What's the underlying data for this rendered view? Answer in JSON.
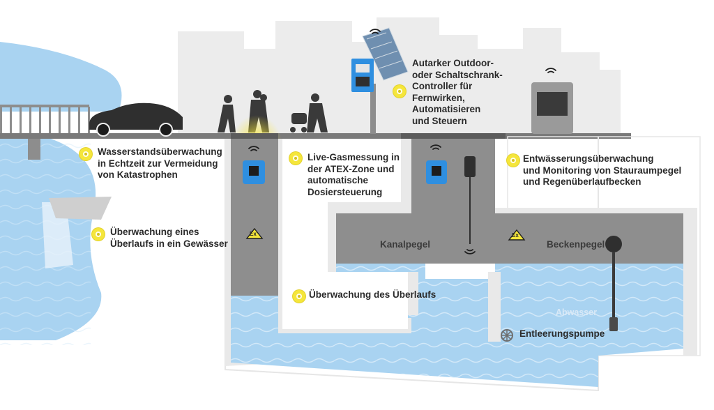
{
  "labels": {
    "wasserstand": [
      "Wasserstandsüberwachung",
      "in Echtzeit zur Vermeidung",
      "von Katastrophen"
    ],
    "ueberlauf_gewaesser": [
      "Überwachung eines",
      "Überlaufs in ein Gewässer"
    ],
    "gasmessung": [
      "Live-Gasmessung in",
      "der ATEX-Zone und",
      "automatische",
      "Dosiersteuerung"
    ],
    "controller": [
      "Autarker Outdoor-",
      "oder Schaltschrank-",
      "Controller für",
      "Fernwirken,",
      "Automatisieren",
      "und Steuern"
    ],
    "entwaesserung": [
      "Entwässerungsüberwachung",
      "und Monitoring von Stauraumpegel",
      "und Regenüberlaufbecken"
    ],
    "ueberlauf": "Überwachung des Überlaufs",
    "kanalpegel": "Kanalpegel",
    "beckenpegel": "Beckenpegel",
    "abwasser": "Abwasser",
    "pumpe": "Entleerungspumpe",
    "ex_mark": "Ex"
  },
  "colors": {
    "water": "#a9d3f1",
    "water_dark": "#8ec3ea",
    "shaft": "#8a8a8a",
    "wall": "#e9e9e9",
    "road": "#777777",
    "highlight": "#f2e240",
    "device_blue": "#2f8fe0"
  },
  "icons": [
    "wifi-icon",
    "ex-zone-icon",
    "sensor-icon",
    "solar-panel-icon",
    "car-icon",
    "pedestrians-icon",
    "pump-icon",
    "controller-box-icon"
  ]
}
